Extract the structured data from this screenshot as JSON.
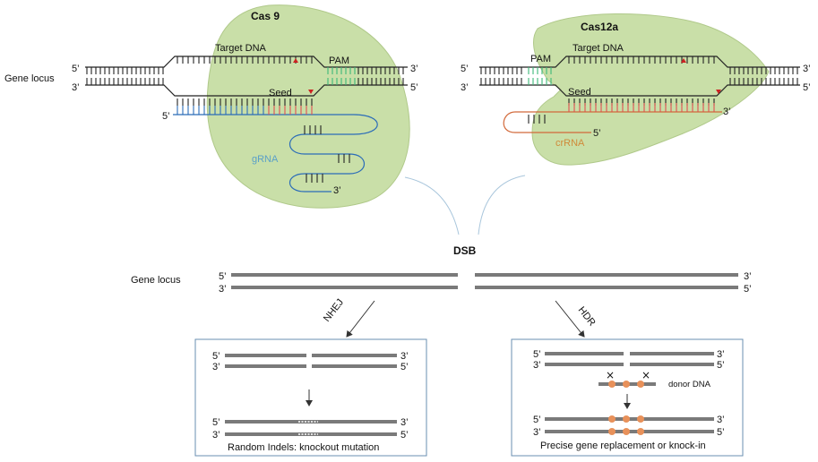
{
  "colors": {
    "blob": "#c9dfa8",
    "blob_stroke": "#b0c98a",
    "dna": "#222222",
    "pam": "#3cb878",
    "grna": "#2b6cb8",
    "crrna": "#d2693a",
    "seed_marks": "#e05050",
    "cut": "#cc2222",
    "bar": "#7a7a7a",
    "box_stroke": "#6a8fb0",
    "donor_dot": "#e8915a",
    "grna_label": "#5aa0c8",
    "crrna_label": "#d08a3a",
    "arc": "#a9c6dc"
  },
  "top_left": {
    "label_gene_locus": "Gene locus",
    "enzyme": "Cas 9",
    "target": "Target DNA",
    "pam": "PAM",
    "seed": "Seed",
    "guide": "gRNA",
    "five_top": "5’",
    "three_bottom": "3’",
    "three_top_right": "3’",
    "five_bottom_right": "5’",
    "guide_five": "5’",
    "guide_three": "3’"
  },
  "top_right": {
    "enzyme": "Cas12a",
    "target": "Target DNA",
    "pam": "PAM",
    "seed": "Seed",
    "guide": "crRNA",
    "five_top": "5’",
    "three_bottom": "3’",
    "three_top_right": "3’",
    "five_bottom_right": "5’",
    "guide_five": "5’",
    "guide_three": "3’"
  },
  "middle": {
    "dsb": "DSB",
    "label_gene_locus": "Gene locus",
    "five_left": "5’",
    "three_left": "3’",
    "three_right": "3’",
    "five_right": "5’"
  },
  "nhej": {
    "arrow_label": "NHEJ",
    "caption": "Random Indels: knockout mutation",
    "five_a": "5’",
    "three_a": "3’",
    "three_b": "3’",
    "five_b": "5’",
    "five_c": "5’",
    "three_c": "3’",
    "three_d": "3’",
    "five_d": "5’"
  },
  "hdr": {
    "arrow_label": "HDR",
    "caption": "Precise gene replacement or knock-in",
    "donor": "donor DNA",
    "five_a": "5’",
    "three_a": "3’",
    "three_b": "3’",
    "five_b": "5’",
    "five_c": "5’",
    "three_c": "3’",
    "three_d": "3’",
    "five_d": "5’"
  }
}
